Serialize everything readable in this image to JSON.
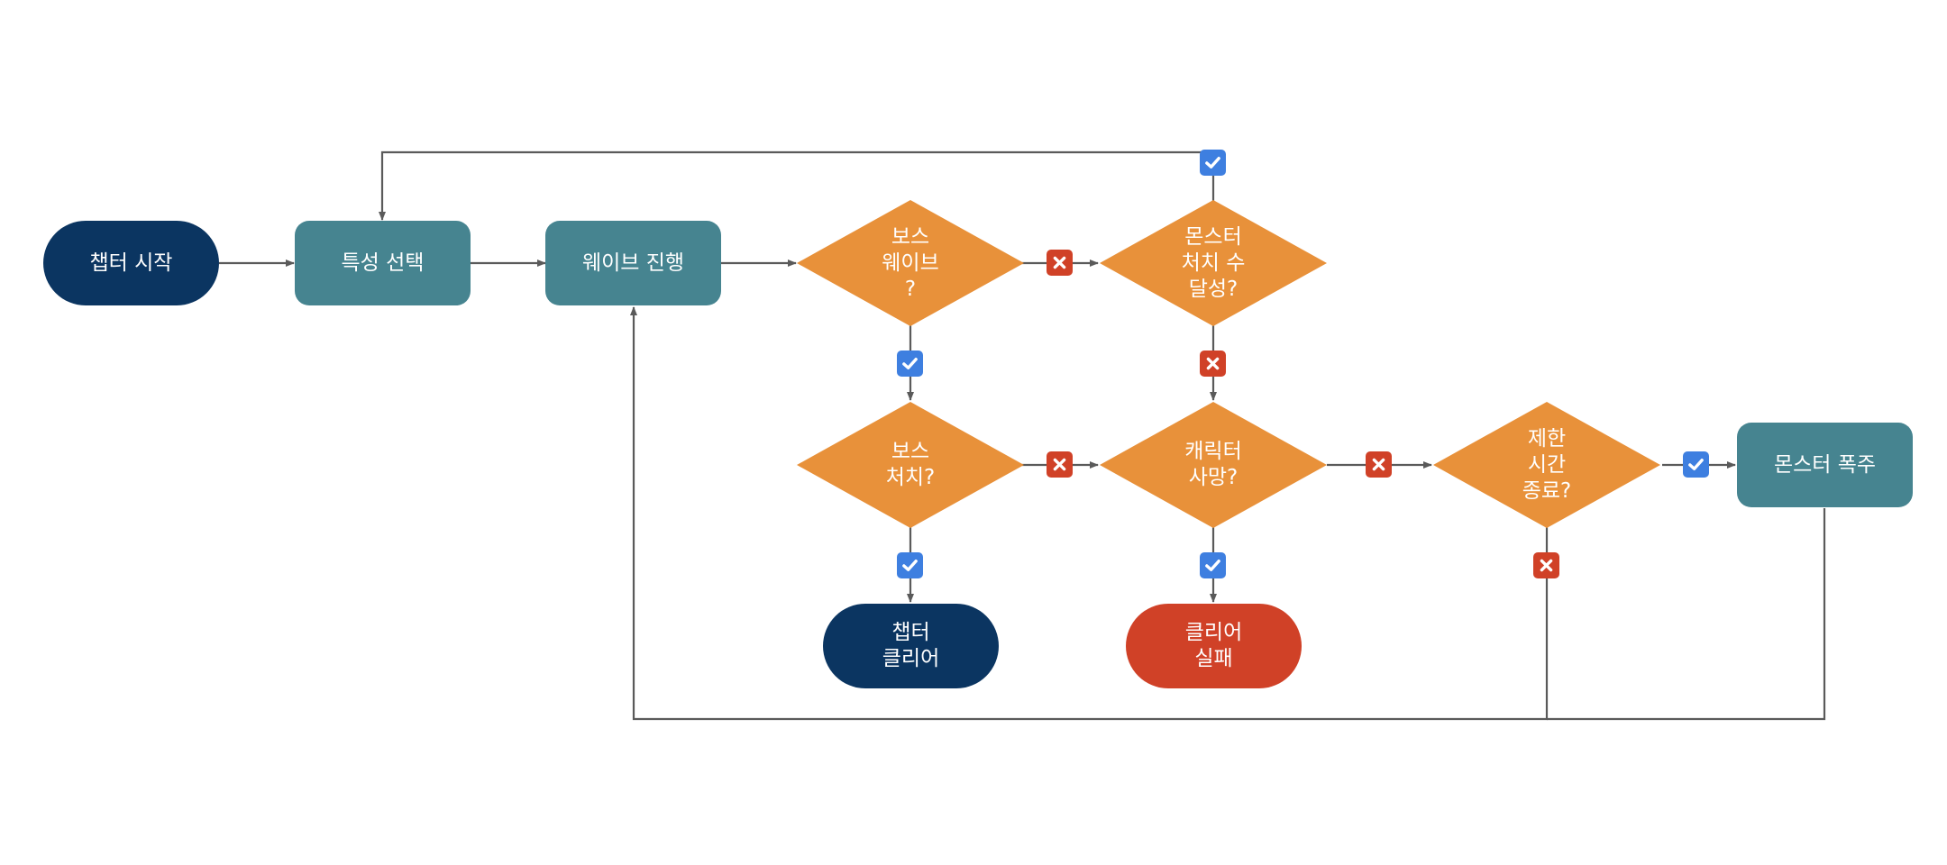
{
  "colors": {
    "terminal_dark": "#0b3561",
    "terminal_red": "#d04127",
    "process": "#468490",
    "decision": "#e8913a",
    "connector": "#5a5a5a",
    "yes_badge": "#3e7fe0",
    "no_badge": "#d04127"
  },
  "nodes": {
    "chapter_start": "챕터 시작",
    "select_trait": "특성 선택",
    "wave_progress": "웨이브 진행",
    "boss_wave": "보스\n웨이브\n?",
    "kill_count": "몬스터\n처치 수\n달성?",
    "boss_killed": "보스\n처치?",
    "character_dead": "캐릭터\n사망?",
    "time_over": "제한\n시간\n종료?",
    "monster_rampage": "몬스터 폭주",
    "chapter_clear": "챕터\n클리어",
    "clear_fail": "클리어\n실패"
  },
  "badges": {
    "yes_icon": "check-icon",
    "no_icon": "x-icon"
  }
}
